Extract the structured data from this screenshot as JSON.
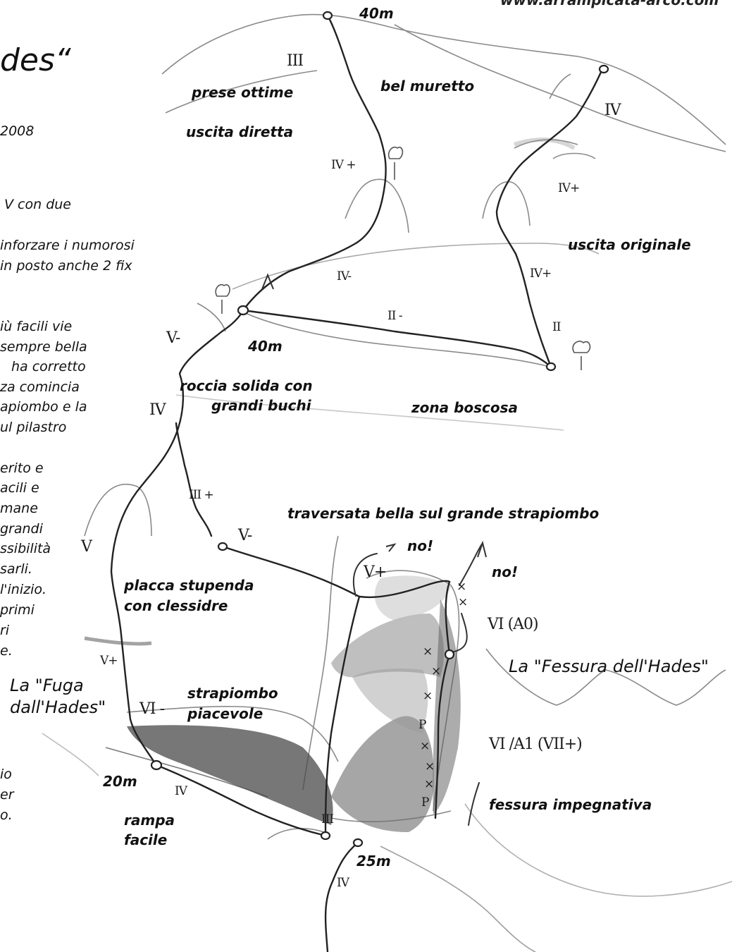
{
  "header": {
    "url": "www.arrampicata-arco.com",
    "title_partial": "des“",
    "year_partial": "2008"
  },
  "left_text": [
    "V con due",
    "inforzare i numorosi",
    "in posto anche 2 fix",
    "iù facili vie",
    "sempre bella",
    "ha corretto",
    "za comincia",
    "apiombo e la",
    "ul pilastro",
    "erito e",
    "acili e",
    "mane",
    "grandi",
    "ssibilità",
    "sarli.",
    "l'inizio.",
    "primi",
    "ri",
    "e.",
    "io",
    "er",
    "o."
  ],
  "route_names": {
    "fuga_line1": "La \"Fuga",
    "fuga_line2": "dall'Hades\"",
    "fessura": "La \"Fessura dell'Hades\""
  },
  "annotations": {
    "pitch_top_40m": "40m",
    "pitch_mid_40m": "40m",
    "pitch_20m": "20m",
    "pitch_25m": "25m",
    "prese_ottime": "prese ottime",
    "uscita_diretta": "uscita diretta",
    "bel_muretto": "bel muretto",
    "uscita_originale": "uscita originale",
    "roccia_solida_1": "roccia solida con",
    "roccia_solida_2": "grandi buchi",
    "zona_boscosa": "zona boscosa",
    "traversata": "traversata bella sul grande strapiombo",
    "no_left": "no!",
    "no_right": "no!",
    "placca_1": "placca stupenda",
    "placca_2": "con clessidre",
    "strapiombo_1": "strapiombo",
    "strapiombo_2": "piacevole",
    "rampa_1": "rampa",
    "rampa_2": "facile",
    "fessura_impegnativa": "fessura impegnativa"
  },
  "grades": {
    "g_III_top": "III",
    "g_IVplus_direct": "IV +",
    "g_IV_right": "IV",
    "g_IVplus_right_a": "IV+",
    "g_IVplus_right_b": "IV+",
    "g_IVminus": "IV-",
    "g_IIminus": "II -",
    "g_II": "II",
    "g_Vminus_upper": "V-",
    "g_IV_left": "IV",
    "g_IIIplus": "III +",
    "g_Vminus_mid": "V-",
    "g_Vplus_mid": "V+",
    "g_V_left": "V",
    "g_VI_A0": "VI (A0)",
    "g_Vplus_low": "V+",
    "g_VIminus": "VI -",
    "g_VI_A1": "VI /A1 (VII+)",
    "g_IV_ramp": "IV",
    "g_IV_bottom": "IV",
    "g_III_bottom": "III"
  },
  "bolt_marks": [
    "×",
    "×",
    "×",
    "×",
    "×",
    "P",
    "×",
    "×",
    "×",
    "P"
  ]
}
